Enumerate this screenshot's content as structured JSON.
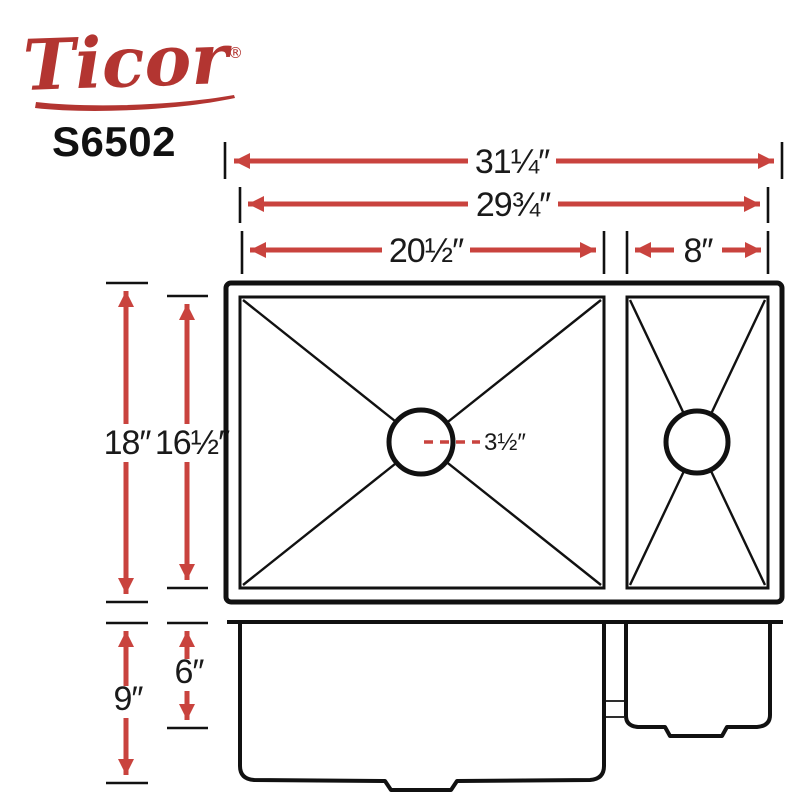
{
  "brand": {
    "logo": "Ticor",
    "registered": "®",
    "model": "S6502"
  },
  "colors": {
    "dimension_red": "#C9433E",
    "logo_red": "#B33531",
    "line_black": "#111111"
  },
  "dims": {
    "overall_width": "31¼″",
    "outer_span": "29¾″",
    "large_bowl_width": "20½″",
    "small_bowl_width": "8″",
    "overall_depth": "18″",
    "bowl_depth": "16½″",
    "drain_opening": "3½″",
    "large_bowl_depth": "9″",
    "small_bowl_depth": "6″"
  }
}
